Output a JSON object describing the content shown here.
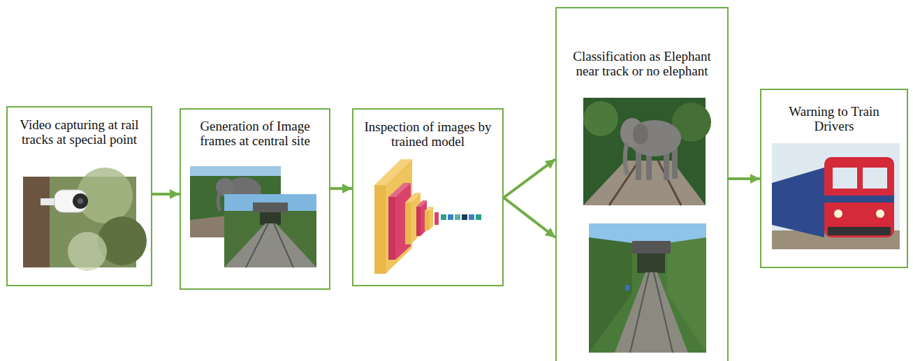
{
  "diagram": {
    "nodes": [
      {
        "text": [
          "Video capturing at rail tracks at special point"
        ]
      },
      {
        "text": [
          "Generation of Image frames at central site"
        ]
      },
      {
        "text": [
          "Inspection of images by trained model"
        ]
      },
      {
        "text": [
          "Classification as Elephant near track or no elephant"
        ]
      },
      {
        "text": [
          "Warning to Train Drivers"
        ]
      }
    ],
    "edges": [
      {
        "from": 0,
        "to": 1,
        "arrow": "to"
      },
      {
        "from": 1,
        "to": 2,
        "arrow": "to"
      },
      {
        "from": 2,
        "to": 3,
        "arrow": "to"
      },
      {
        "from": 2,
        "to": 3,
        "arrow": "to"
      },
      {
        "from": 3,
        "to": 4,
        "arrow": "to"
      }
    ]
  }
}
